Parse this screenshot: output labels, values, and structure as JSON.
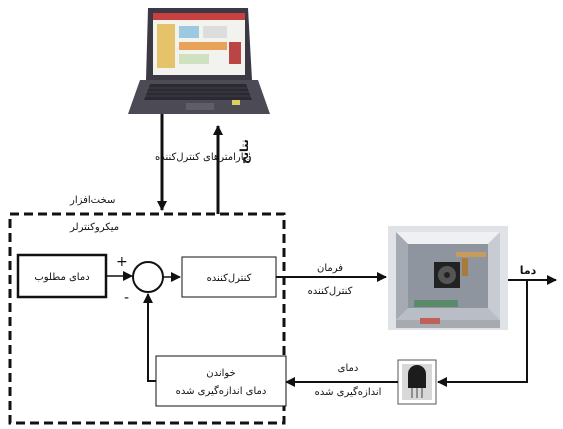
{
  "labels": {
    "params": "پارامترهای کنترل‌کننده",
    "results": "نتایج",
    "hardware": "سخت‌افزار",
    "microcontroller": "میکروکنترلر",
    "desired_temp": "دمای مطلوب",
    "controller": "کنترل‌کننده",
    "plus": "+",
    "minus": "-",
    "command_line1": "فرمان",
    "command_line2": "کنترل‌کننده",
    "temp_out": "دما",
    "read_line1": "خواندن",
    "read_line2": "دمای اندازه‌گیری شده",
    "measured_line1": "دمای",
    "measured_line2": "اندازه‌گیری شده"
  },
  "colors": {
    "line": "#111111",
    "laptop_body": "#3b3a44",
    "laptop_screen": "#f2f2ee",
    "box_frame": "#dfe2e6",
    "sensor_bg": "#d8d8d8"
  },
  "icons": {
    "laptop": "laptop-icon",
    "plant": "plant-box-image",
    "sensor": "temperature-sensor-icon"
  }
}
